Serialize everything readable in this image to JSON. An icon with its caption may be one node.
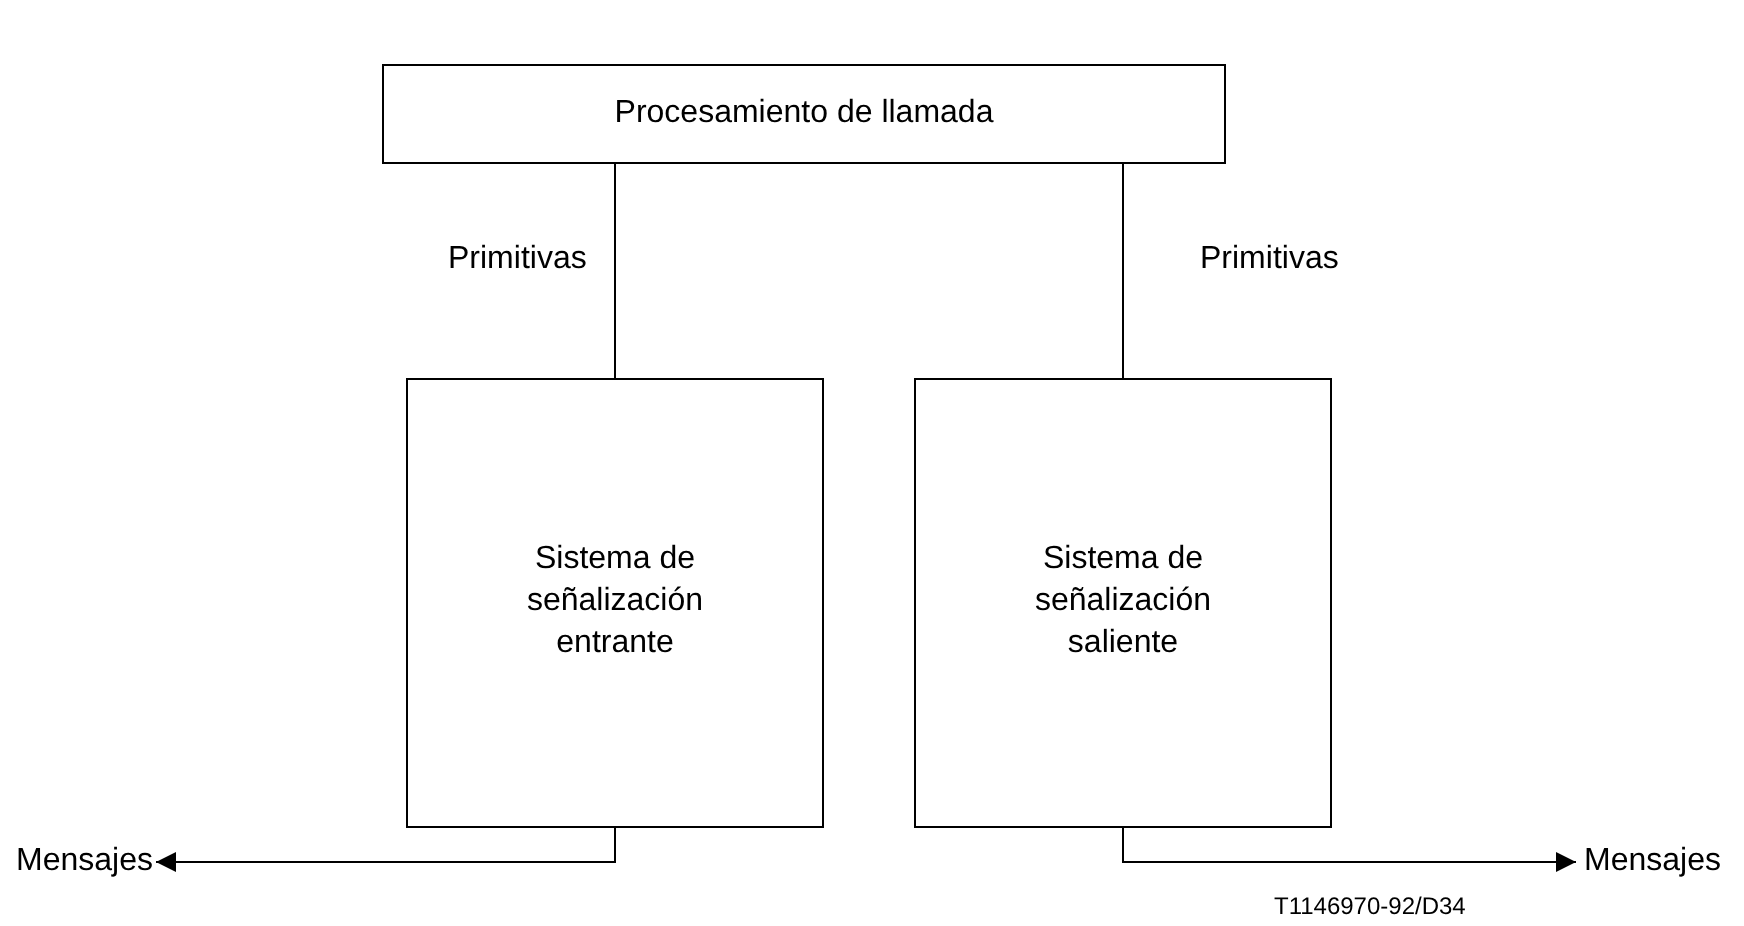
{
  "diagram": {
    "nodes": [
      {
        "text": [
          "Procesamiento de llamada"
        ]
      },
      {
        "text": [
          "Sistema de señalización entrante"
        ]
      },
      {
        "text": [
          "Sistema de señalización saliente"
        ]
      },
      {
        "text": [
          "Mensajes"
        ]
      },
      {
        "text": [
          "Mensajes"
        ]
      }
    ],
    "edges": [
      {
        "from": 0,
        "to": 1,
        "arrow": "none",
        "label": "Primitivas"
      },
      {
        "from": 0,
        "to": 2,
        "arrow": "none",
        "label": "Primitivas"
      },
      {
        "from": 1,
        "to": 3,
        "arrow": "to"
      },
      {
        "from": 2,
        "to": 4,
        "arrow": "to"
      }
    ],
    "labels": [
      "T1146970-92/D34"
    ]
  }
}
